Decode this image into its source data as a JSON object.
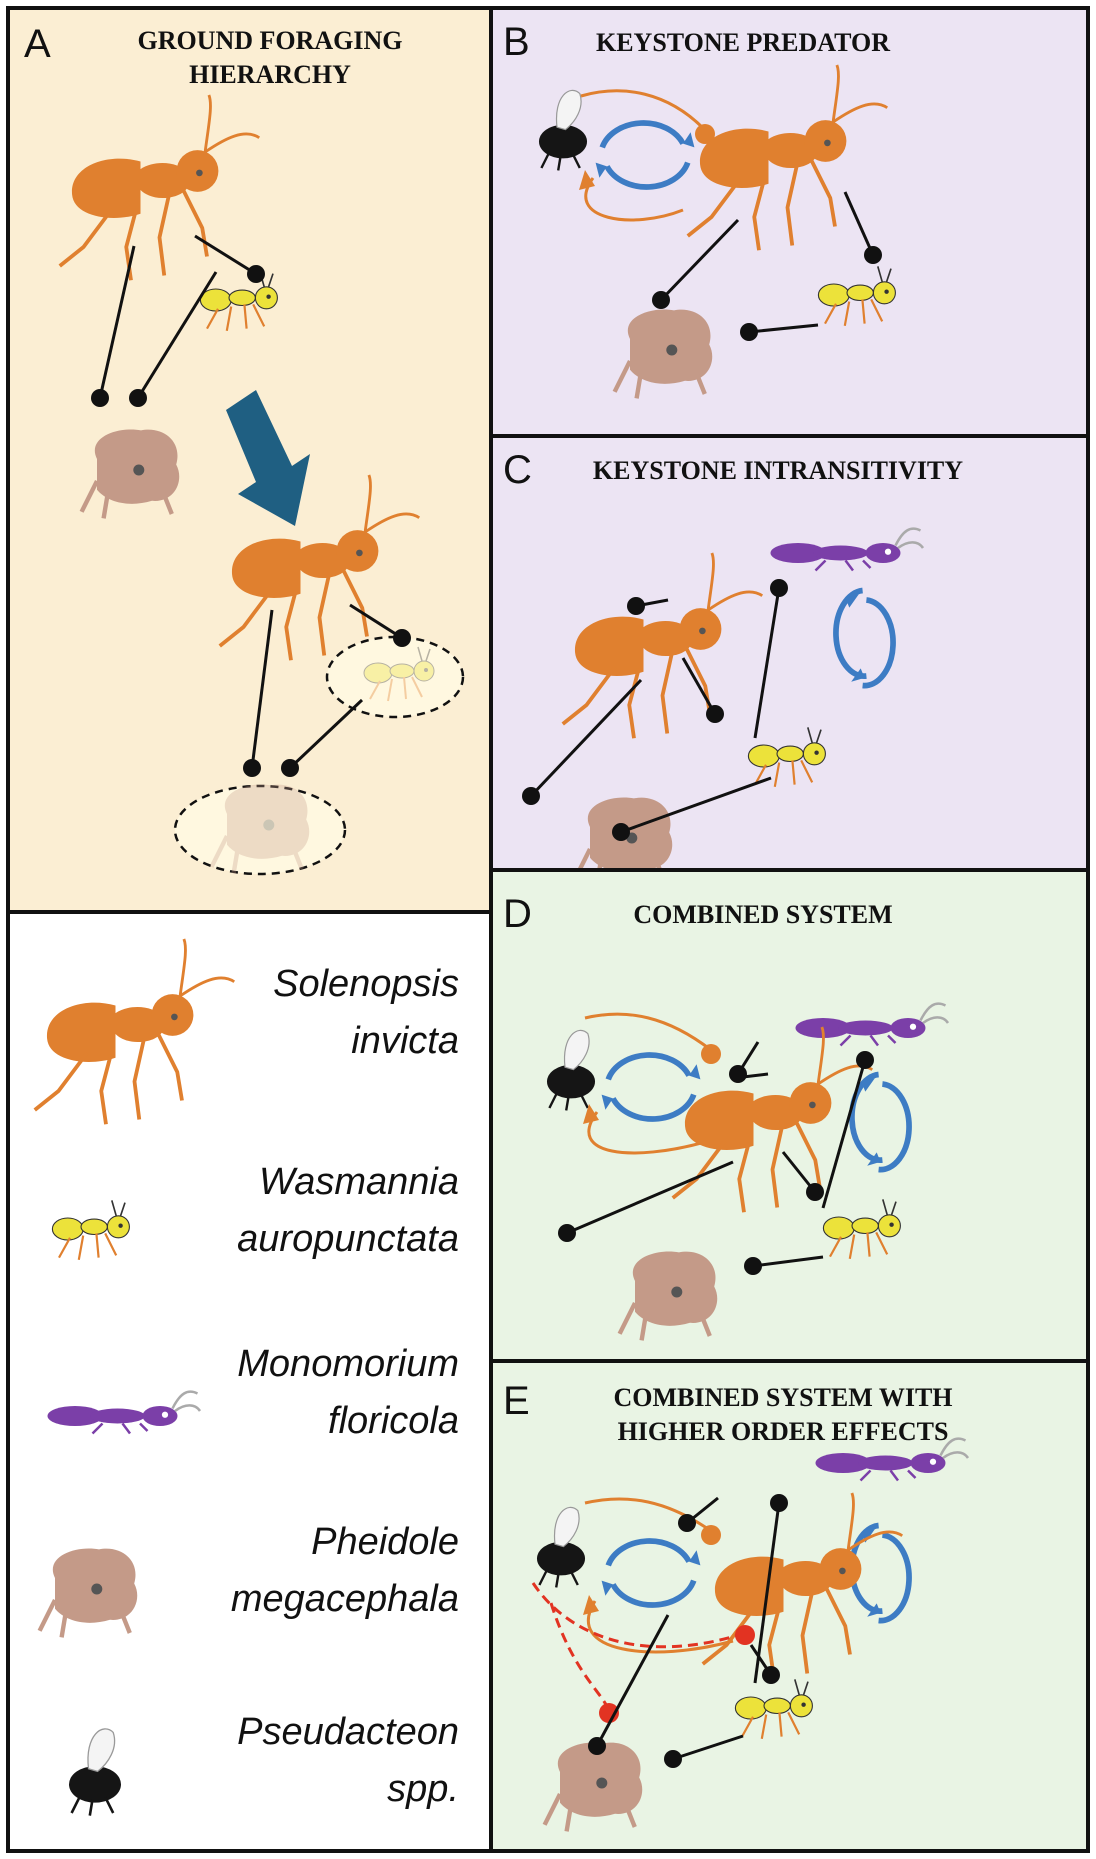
{
  "colors": {
    "panel_a_bg": "#fbeed3",
    "panel_bc_bg": "#ece4f3",
    "panel_de_bg": "#e9f4e4",
    "legend_bg": "#ffffff",
    "solenopsis": "#e0802f",
    "wasmannia": "#ece23a",
    "monomorium": "#7b3fa8",
    "pheidole": "#c49a88",
    "pseudacteon": "#151515",
    "cycle_arrow": "#3d7cc4",
    "hierarchy_arrow": "#1f5f82",
    "higher_order": "#e23322"
  },
  "panels": {
    "a": {
      "letter": "A",
      "title": "GROUND FORAGING\nHIERARCHY"
    },
    "b": {
      "letter": "B",
      "title": "KEYSTONE PREDATOR"
    },
    "c": {
      "letter": "C",
      "title": "KEYSTONE INTRANSITIVITY"
    },
    "d": {
      "letter": "D",
      "title": "COMBINED SYSTEM"
    },
    "e": {
      "letter": "E",
      "title": "COMBINED SYSTEM WITH\nHIGHER ORDER EFFECTS"
    }
  },
  "legend": [
    {
      "icon": "solenopsis-ant-icon",
      "line1": "Solenopsis",
      "line2": "invicta"
    },
    {
      "icon": "wasmannia-ant-icon",
      "line1": "Wasmannia",
      "line2": "auropunctata"
    },
    {
      "icon": "monomorium-ant-icon",
      "line1": "Monomorium",
      "line2": "floricola"
    },
    {
      "icon": "pheidole-ant-icon",
      "line1": "Pheidole",
      "line2": "megacephala"
    },
    {
      "icon": "pseudacteon-fly-icon",
      "line1": "Pseudacteon",
      "line2": "spp."
    }
  ]
}
